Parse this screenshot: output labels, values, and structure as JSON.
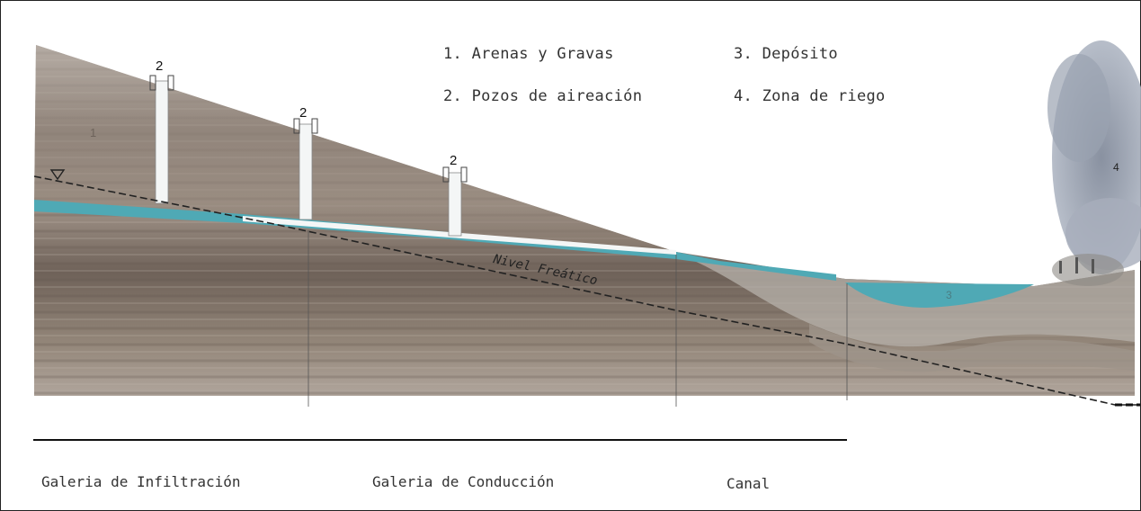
{
  "legend": {
    "item1": "1. Arenas y Gravas",
    "item2": "2. Pozos de aireación",
    "item3": "3. Depósito",
    "item4": "4. Zona de riego"
  },
  "marks": {
    "zone1": "1",
    "well": "2",
    "reservoir": "3",
    "irrigation": "4"
  },
  "water_table_label": "Nivel Freático",
  "sections": {
    "infiltration": "Galeria de Infiltración",
    "conduction": "Galeria de Conducción",
    "canal": "Canal"
  },
  "colors": {
    "soil": "#8b7d72",
    "soil_dark": "#6e625a",
    "water": "#4fa9b5",
    "cloud": "#8a93a3"
  }
}
